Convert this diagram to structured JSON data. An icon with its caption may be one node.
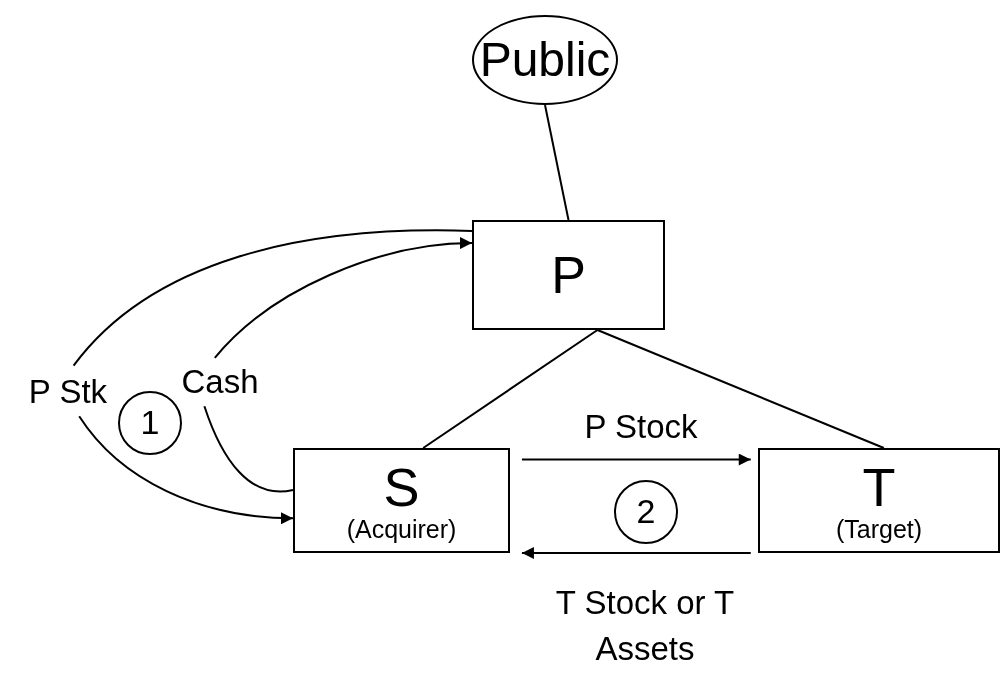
{
  "diagram": {
    "nodes": [
      {
        "text": [
          "Public"
        ]
      },
      {
        "text": [
          "P"
        ]
      },
      {
        "text": [
          "S",
          "(Acquirer)"
        ]
      },
      {
        "text": [
          "T",
          "(Target)"
        ]
      },
      {
        "text": [
          "P Stk"
        ]
      },
      {
        "text": [
          "Cash"
        ]
      },
      {
        "text": [
          "1"
        ]
      },
      {
        "text": [
          "2"
        ]
      }
    ],
    "edges": [
      {
        "from": 0,
        "to": 1,
        "arrow": "none"
      },
      {
        "from": 1,
        "to": 2,
        "arrow": "none"
      },
      {
        "from": 1,
        "to": 3,
        "arrow": "none"
      },
      {
        "from": 1,
        "to": 4,
        "arrow": "none"
      },
      {
        "from": 4,
        "to": 2,
        "arrow": "to"
      },
      {
        "from": 2,
        "to": 5,
        "arrow": "none"
      },
      {
        "from": 5,
        "to": 1,
        "arrow": "to"
      },
      {
        "from": 2,
        "to": 3,
        "arrow": "to",
        "label": "P Stock"
      },
      {
        "from": 3,
        "to": 2,
        "arrow": "to",
        "label": "T Stock or T Assets"
      }
    ]
  }
}
